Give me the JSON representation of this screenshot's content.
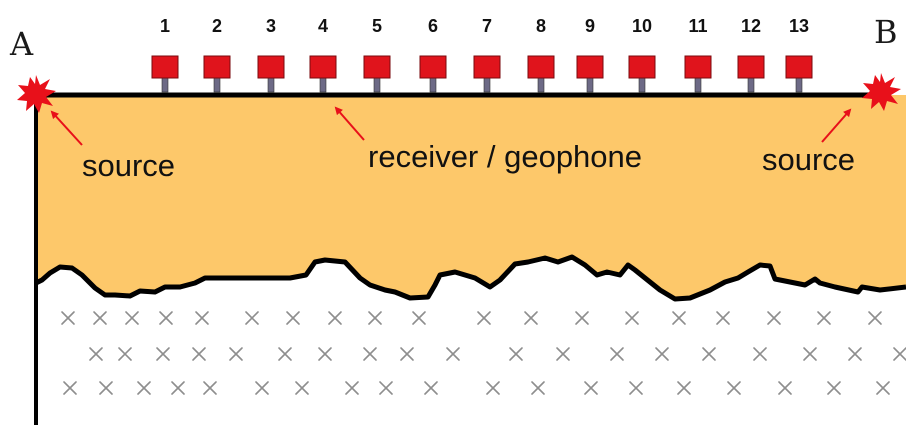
{
  "endpoints": {
    "left": "A",
    "right": "B"
  },
  "labels": {
    "source_left": "source",
    "source_right": "source",
    "receiver": "receiver / geophone"
  },
  "receivers": [
    {
      "label": "1"
    },
    {
      "label": "2"
    },
    {
      "label": "3"
    },
    {
      "label": "4"
    },
    {
      "label": "5"
    },
    {
      "label": "6"
    },
    {
      "label": "7"
    },
    {
      "label": "8"
    },
    {
      "label": "9"
    },
    {
      "label": "10"
    },
    {
      "label": "11"
    },
    {
      "label": "12"
    },
    {
      "label": "13"
    }
  ],
  "colors": {
    "soil": "#fdc86a",
    "receiver_box": "#e0141c",
    "receiver_spike": "#6d6a86",
    "source_burst": "#e8101a",
    "arrow": "#e8101a",
    "outline": "#000000",
    "bedrock_cross": "#8e8e8e"
  }
}
